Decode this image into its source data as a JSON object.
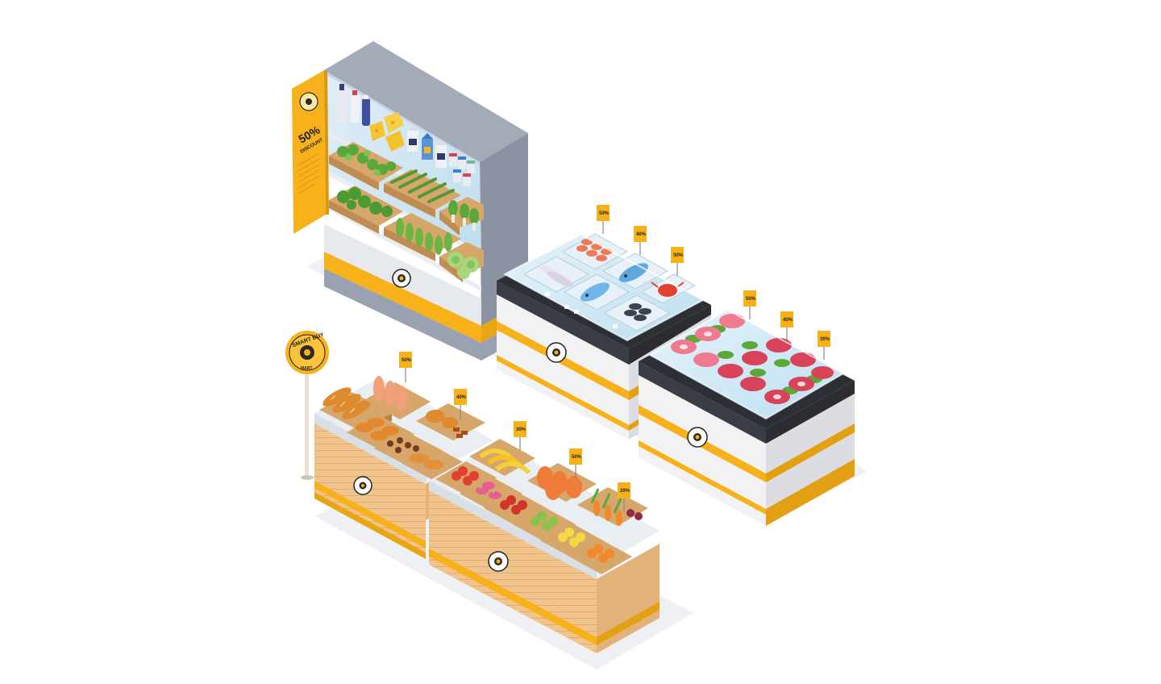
{
  "brand": {
    "name": "SMART BUY",
    "sub": "MART"
  },
  "promo_banner": {
    "headline": "50%",
    "subline": "DISCOUNT"
  },
  "price_tags": {
    "seafood": [
      "50%",
      "40%",
      "30%"
    ],
    "meat": [
      "50%",
      "40%",
      "30%"
    ],
    "bakery": [
      "50%",
      "40%",
      "30%"
    ],
    "produce": [
      "50%",
      "20%"
    ]
  },
  "colors": {
    "accent": "#f7b21b",
    "steel": "#8e96a6",
    "wood": "#f2c48d",
    "glass": "#cfe7f5",
    "meat": "#e8505b",
    "white_case": "#f2f2f2"
  }
}
